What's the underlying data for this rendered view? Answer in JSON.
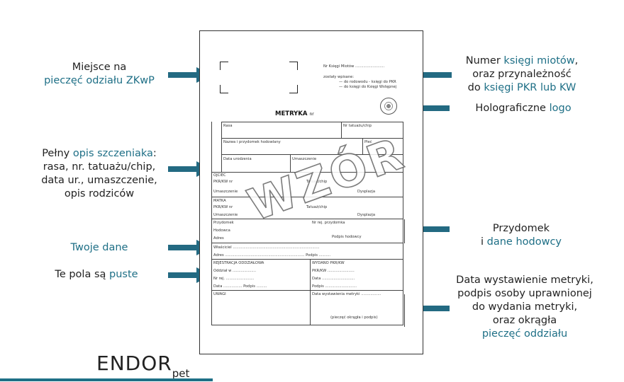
{
  "annotations": {
    "stamp_place": {
      "plain": "Miejsce na",
      "highlight": "pieczęć odziału ZKwP"
    },
    "litter_book": {
      "line1_plain": "Numer ",
      "line1_highlight": "księgi miotów",
      "line1_end": ",",
      "line2": "oraz przynależność",
      "line3_plain": "do ",
      "line3_highlight": "księgi PKR lub KW"
    },
    "hologram": {
      "plain": "Holograficzne ",
      "highlight": "logo"
    },
    "puppy_desc": {
      "line1_plain": "Pełny ",
      "line1_highlight": "opis szczeniaka",
      "line1_end": ":",
      "line2": "rasa, nr. tatuażu/chip,",
      "line3": "data ur., umaszczenie,",
      "line4": "opis rodziców"
    },
    "your_data": {
      "highlight": "Twoje dane"
    },
    "empty_fields": {
      "plain": "Te pola są ",
      "highlight": "puste"
    },
    "breeder": {
      "line1": "Przydomek",
      "line2_plain": "i ",
      "line2_highlight": "dane hodowcy"
    },
    "issue_date": {
      "line1": "Data wystawienie metryki,",
      "line2": "podpis osoby uprawnionej",
      "line3": "do wydania metryki,",
      "line4": "oraz okrągła",
      "line5_highlight": "pieczęć oddziału"
    }
  },
  "document": {
    "litter_book_label": "Nr Księgi Miotów .........................",
    "registration_label": "zostały wpisane:",
    "registration_opt1": "— do rodowodu - księgi do PKR",
    "registration_opt2": "— do księgi do Księgi Wstępnej",
    "title": "METRYKA",
    "title_nr": "nr",
    "fields": {
      "rasa": "Rasa",
      "tattoo": "Nr tatuażu/chip",
      "name": "Nazwa i przydomek hodowlany",
      "sex": "Płeć",
      "dob": "Data urodzenia",
      "color": "Umaszczenie",
      "father": "OJCIEC",
      "pkr1": "PKR/KW nr",
      "tattoo1": "Tatuaż/chip",
      "color1": "Umaszczenie",
      "dysp1": "Dysplazja",
      "mother": "MATKA",
      "pkr2": "PKR/KW nr",
      "tattoo2": "Tatuaż/chip",
      "color2": "Umaszczenie",
      "dysp2": "Dysplazja",
      "kennel": "Przydomek",
      "kennel_reg": "Nr rej. przydomka",
      "breeder": "Hodowca",
      "breeder_addr": "Adres",
      "breeder_sign": "Podpis hodowcy",
      "owner": "Właściciel ..........................................................................",
      "owner_addr": "Adres ....................................................................  Podpis ..........",
      "branch_reg": "REJESTRACJA ODDZIAŁOWA",
      "pkr_issued": "WYDANO PKR/KW",
      "branch": "Oddział w ....................",
      "pkrkw": "PKR/KW .......................",
      "nr_rej": "Nr rej. ........................",
      "date_a": "Data ............................",
      "date_sign": "Data ................ Podpis .........",
      "sign_b": "Podpis ...........................",
      "notes": "UWAGI",
      "issue_date": "Data wystawienia metryki .................",
      "stamp_note": "(pieczęć okrągła i podpis)"
    },
    "watermark": "WZÓR"
  },
  "brand": {
    "main": "ENDOR",
    "sub": "pet"
  },
  "colors": {
    "accent": "#1e6f86",
    "arrow": "#236a82"
  }
}
